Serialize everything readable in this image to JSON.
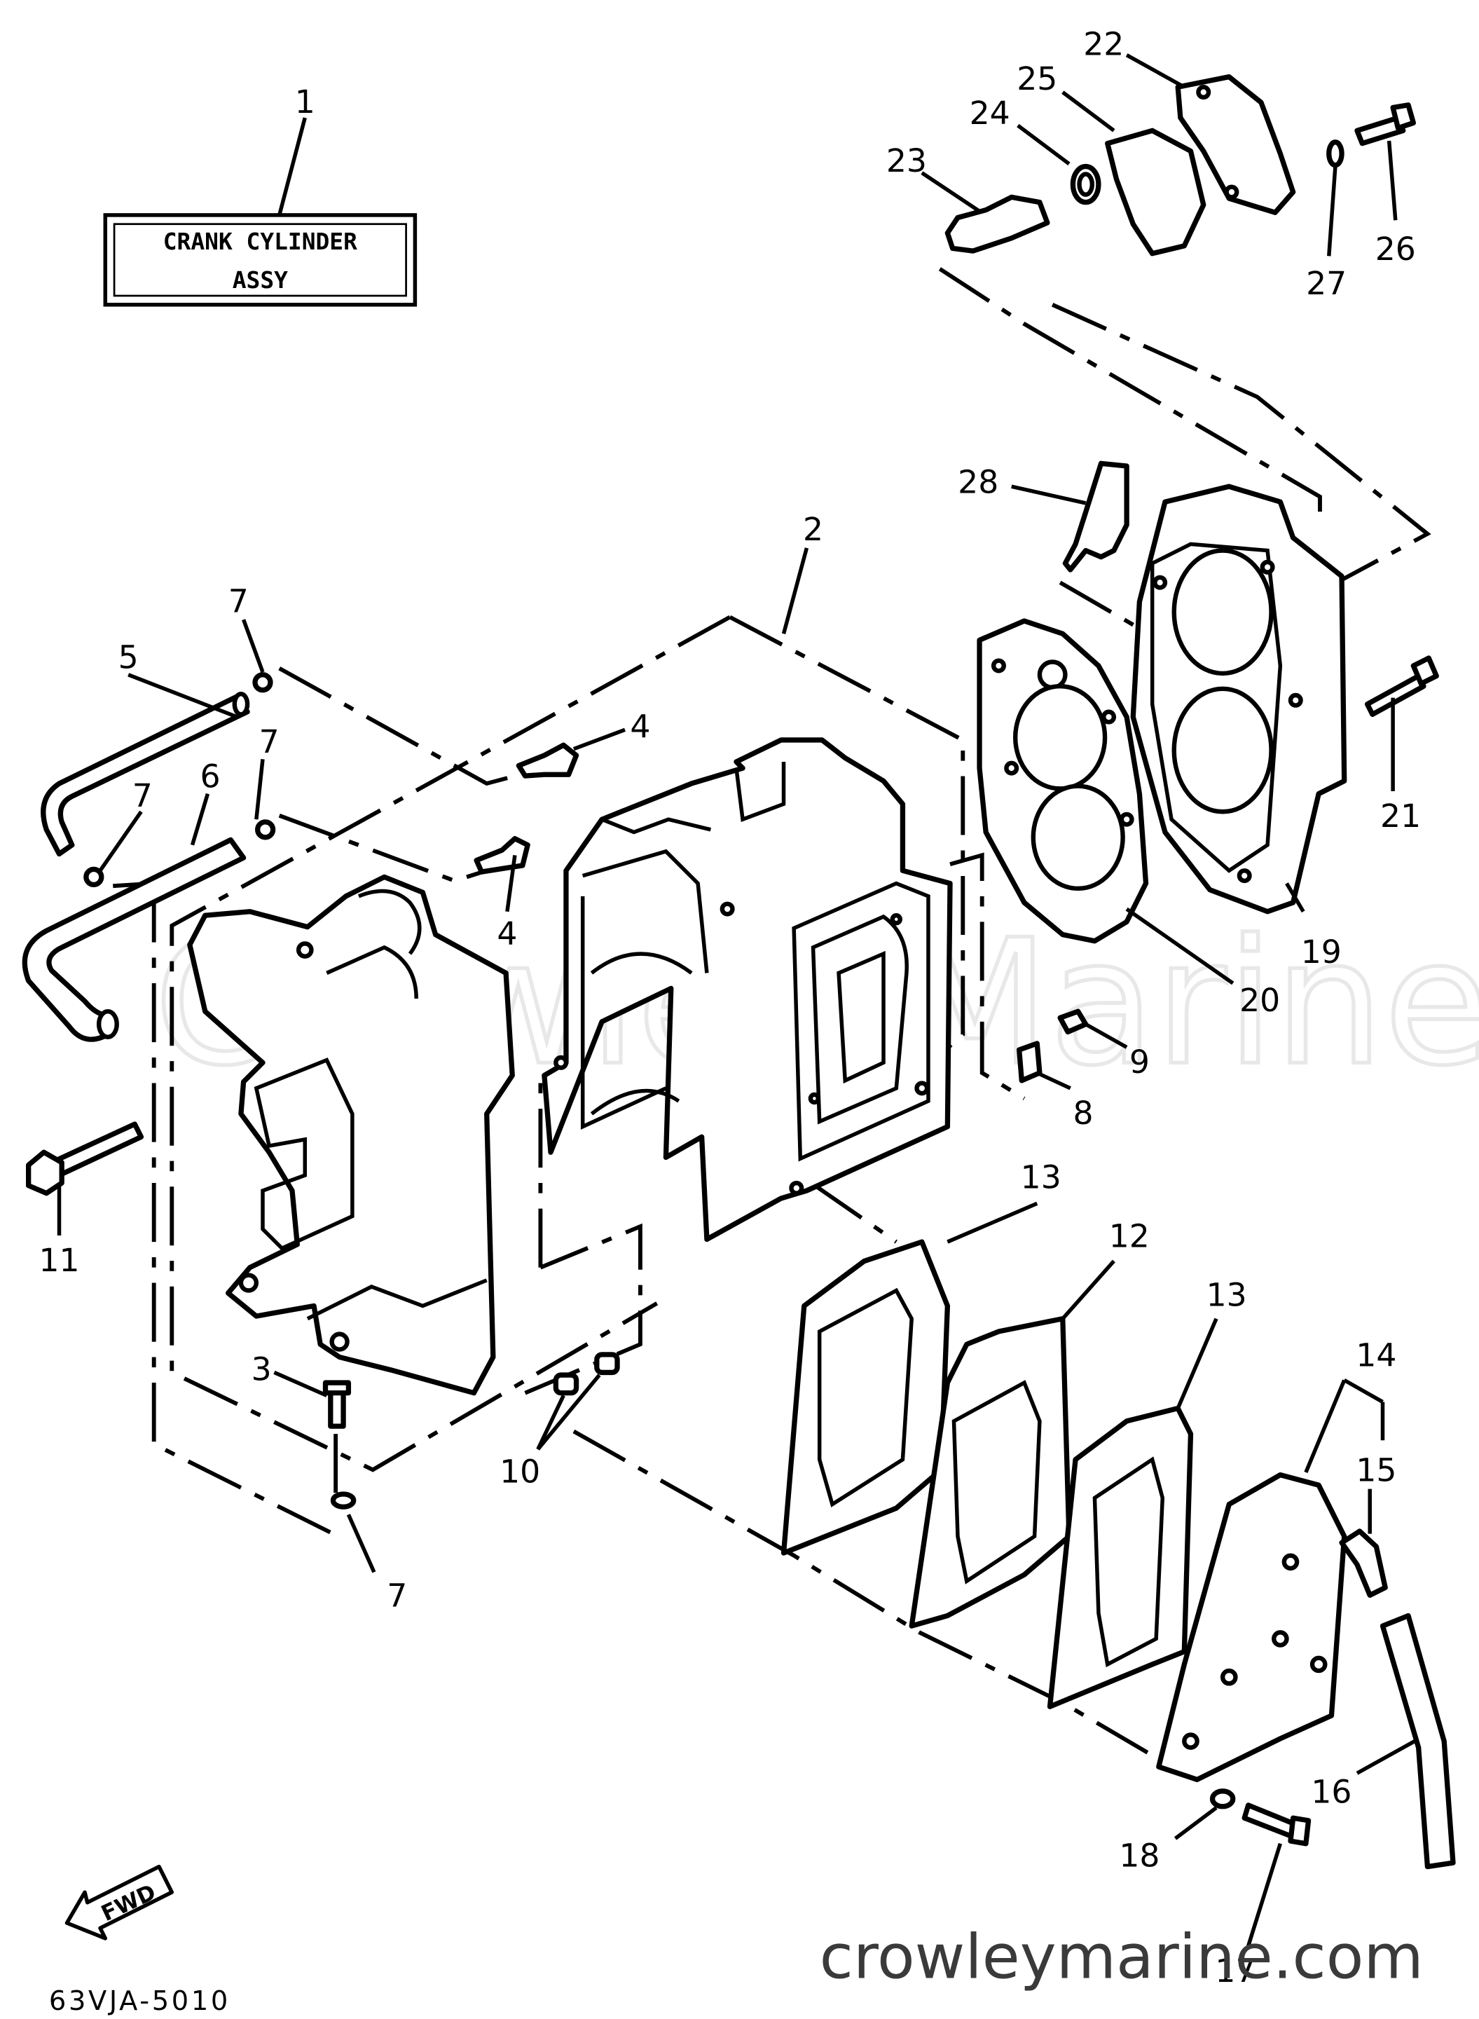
{
  "title_box": {
    "line1": "CRANK CYLINDER",
    "line2": "ASSY",
    "callout": "1"
  },
  "callouts": {
    "c2": "2",
    "c3": "3",
    "c4a": "4",
    "c4b": "4",
    "c5": "5",
    "c6": "6",
    "c7a": "7",
    "c7b": "7",
    "c7c": "7",
    "c7d": "7",
    "c8": "8",
    "c9": "9",
    "c10": "10",
    "c11": "11",
    "c12": "12",
    "c13a": "13",
    "c13b": "13",
    "c14": "14",
    "c15": "15",
    "c16": "16",
    "c17": "17",
    "c18": "18",
    "c19": "19",
    "c20": "20",
    "c21": "21",
    "c22": "22",
    "c23": "23",
    "c24": "24",
    "c25": "25",
    "c26": "26",
    "c27": "27",
    "c28": "28"
  },
  "fwd_label": "FWD",
  "diagram_code": "63VJA-5010",
  "watermark": "Crowley Marine",
  "site_url": "crowleymarine.com"
}
